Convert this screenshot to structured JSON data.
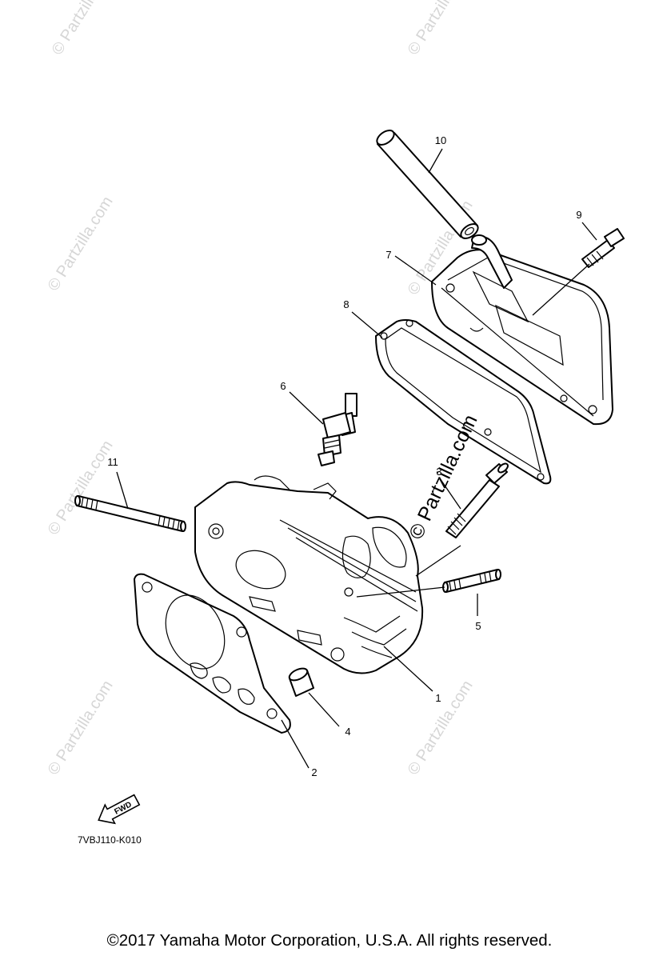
{
  "callouts": {
    "p1": "1",
    "p2": "2",
    "p3": "3",
    "p4": "4",
    "p5": "5",
    "p6": "6",
    "p7": "7",
    "p8": "8",
    "p9": "9",
    "p10": "10",
    "p11": "11"
  },
  "watermark": {
    "text": "© Partzilla.com",
    "main_text": "© Partzilla.com"
  },
  "direction_badge": "FWD",
  "diagram_code": "7VBJ110-K010",
  "copyright": "©2017  Yamaha Motor Corporation, U.S.A. All rights reserved."
}
